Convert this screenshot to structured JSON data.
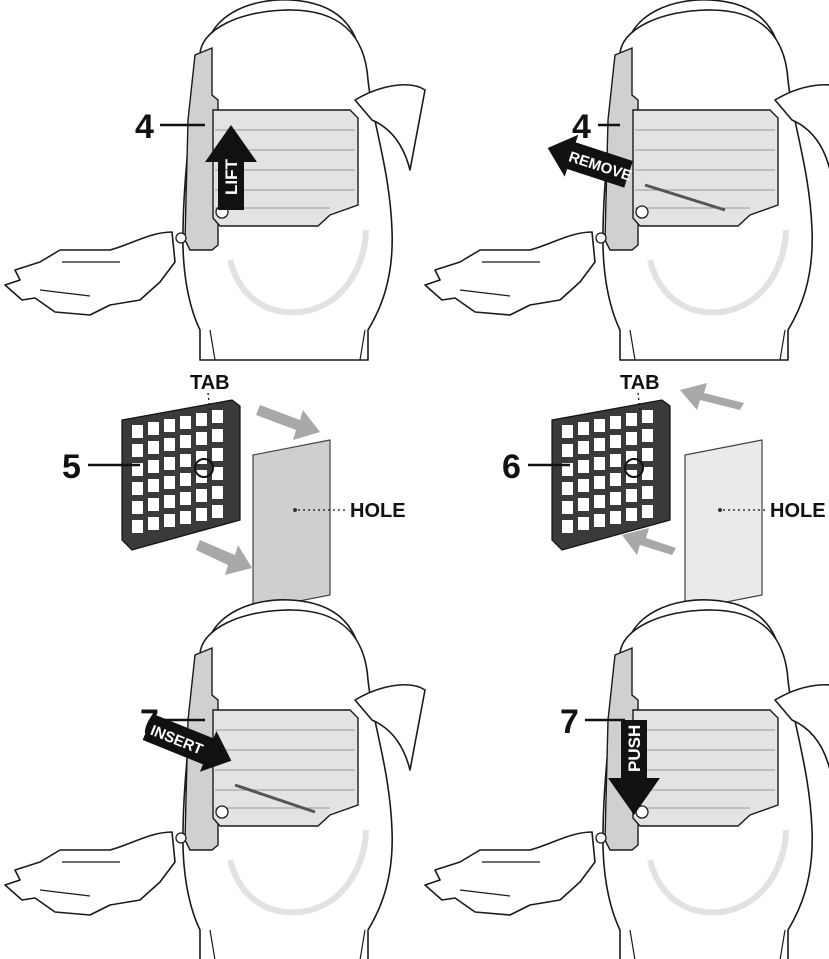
{
  "panels": {
    "top_left": {
      "step": "4",
      "arrow": "LIFT"
    },
    "top_right": {
      "step": "4",
      "arrow": "REMOVE"
    },
    "mid_left": {
      "step": "5",
      "tab": "TAB",
      "hole": "HOLE"
    },
    "mid_right": {
      "step": "6",
      "tab": "TAB",
      "hole": "HOLE"
    },
    "bottom_left": {
      "step": "7",
      "arrow": "INSERT"
    },
    "bottom_right": {
      "step": "7",
      "arrow": "PUSH"
    }
  },
  "colors": {
    "arrow_fill": "#111111",
    "panel_grey": "#d0d0d0",
    "filter_grey": "#e3e3e3",
    "gray_arrow": "#a8a8a8"
  }
}
